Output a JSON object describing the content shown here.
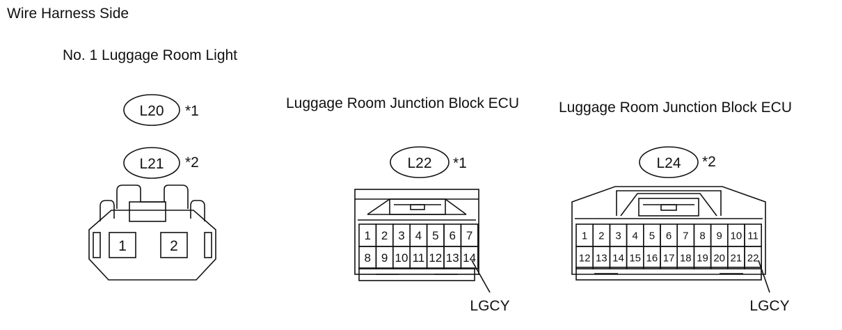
{
  "page_title": "Wire Harness Side",
  "connector_light": {
    "title": "No. 1 Luggage Room Light",
    "ids": [
      {
        "code": "L20",
        "note": "*1"
      },
      {
        "code": "L21",
        "note": "*2"
      }
    ],
    "pins": [
      "1",
      "2"
    ]
  },
  "connector_l22": {
    "title": "Luggage Room Junction Block ECU",
    "id": {
      "code": "L22",
      "note": "*1"
    },
    "pins_row1": [
      "1",
      "2",
      "3",
      "4",
      "5",
      "6",
      "7"
    ],
    "pins_row2": [
      "8",
      "9",
      "10",
      "11",
      "12",
      "13",
      "14"
    ],
    "callout": "LGCY"
  },
  "connector_l24": {
    "title": "Luggage Room Junction Block ECU",
    "id": {
      "code": "L24",
      "note": "*2"
    },
    "pins_row1": [
      "1",
      "2",
      "3",
      "4",
      "5",
      "6",
      "7",
      "8",
      "9",
      "10",
      "11"
    ],
    "pins_row2": [
      "12",
      "13",
      "14",
      "15",
      "16",
      "17",
      "18",
      "19",
      "20",
      "21",
      "22"
    ],
    "callout": "LGCY"
  }
}
